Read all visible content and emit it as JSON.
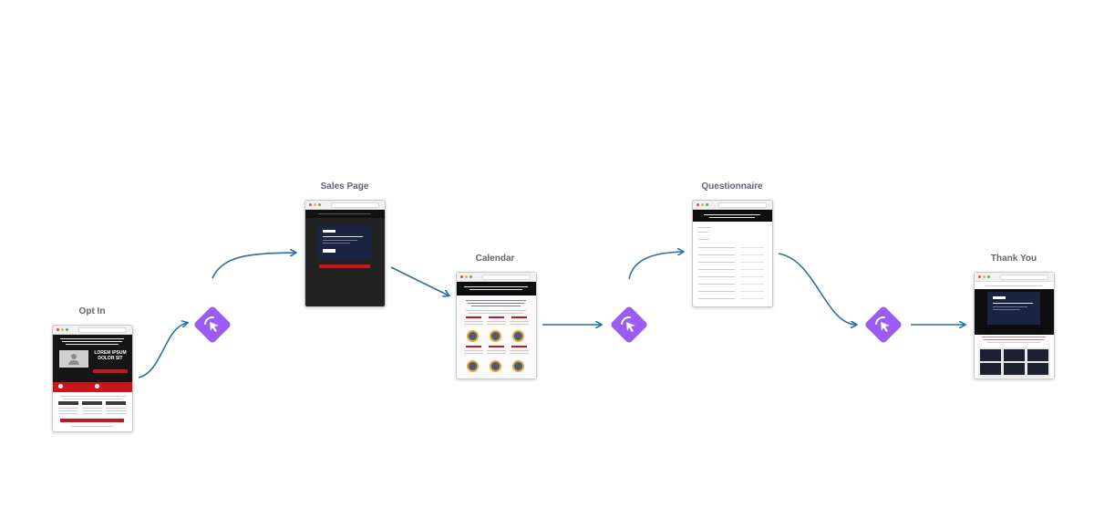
{
  "stages": [
    {
      "label": "Opt In"
    },
    {
      "label": "Sales Page"
    },
    {
      "label": "Calendar"
    },
    {
      "label": "Questionnaire"
    },
    {
      "label": "Thank You"
    }
  ],
  "thumbnails": {
    "opt_in_headline": "LOREM IPSUM DOLOR SIT"
  },
  "colors": {
    "arrow": "#2a6fa6",
    "click_node": "#9b5cf5",
    "thumb_red": "#c8161a",
    "thumb_dark": "#222222",
    "thumb_navy": "#1a2340"
  },
  "icons": {
    "click_node": "pointer-click-icon"
  }
}
